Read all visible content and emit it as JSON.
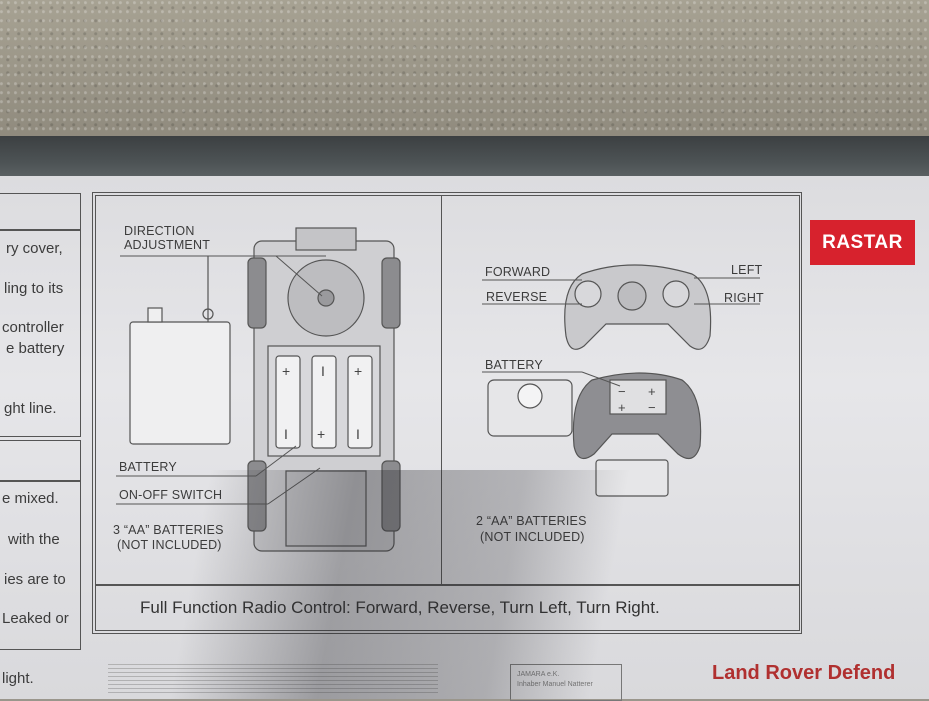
{
  "left_column": [
    "ry cover,",
    "ling to its",
    "controller",
    "e battery",
    "ght line.",
    "e  mixed.",
    "with  the",
    "ies are to",
    "Leaked or",
    "light."
  ],
  "car_panel": {
    "direction_label_1": "DIRECTION",
    "direction_label_2": "ADJUSTMENT",
    "battery_label": "BATTERY",
    "switch_label": "ON-OFF SWITCH",
    "batteries_note_1": "3 “AA” BATTERIES",
    "batteries_note_2": "(NOT INCLUDED)"
  },
  "controller_panel": {
    "forward": "FORWARD",
    "reverse": "REVERSE",
    "left": "LEFT",
    "right": "RIGHT",
    "battery_label": "BATTERY",
    "batteries_note_1": "2 “AA” BATTERIES",
    "batteries_note_2": "(NOT INCLUDED)"
  },
  "brand": "RASTAR",
  "caption": "Full Function Radio Control: Forward, Reverse, Turn Left, Turn Right.",
  "product_title": "Land Rover Defend",
  "jamara": {
    "line1": "JAMARA e.K.",
    "line2": "Inhaber Manuel Natterer"
  },
  "colors": {
    "brand_red": "#d7222d",
    "title_red": "#b03030"
  }
}
